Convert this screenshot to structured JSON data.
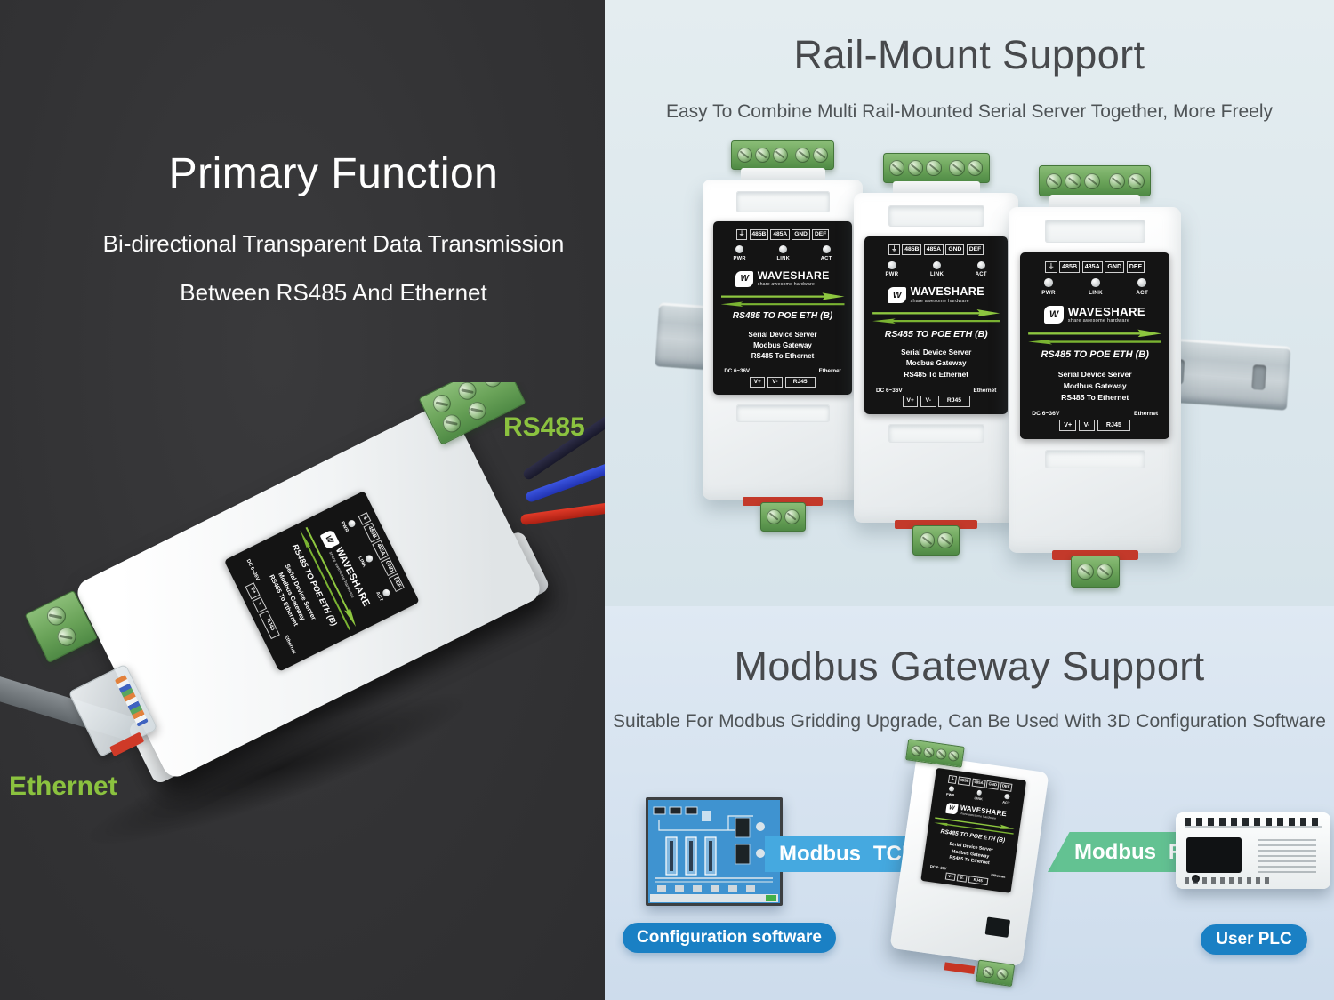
{
  "left_panel": {
    "background": "#333335",
    "title": "Primary Function",
    "subtitle_line1": "Bi-directional Transparent Data Transmission",
    "subtitle_line2": "Between RS485 And Ethernet",
    "port_label_rs485": "RS485",
    "port_label_ethernet": "Ethernet",
    "accent_green": "#8bc23f"
  },
  "rail_section": {
    "title": "Rail-Mount Support",
    "subtitle": "Easy To Combine Multi Rail-Mounted Serial Server Together, More Freely"
  },
  "modbus_section": {
    "title": "Modbus Gateway Support",
    "subtitle": "Suitable For Modbus Gridding Upgrade, Can Be Used With 3D Configuration Software",
    "config_node_label": "Configuration software",
    "tcp_link_label": "Modbus TCP",
    "rtu_link_label": "Modbus RTU",
    "plc_node_label": "User PLC",
    "tcp_band_color": "#45a9e0",
    "rtu_band_color": "#63c292",
    "node_pill_color": "#1a80c4"
  },
  "device_label": {
    "ground_symbol": "⏚",
    "top_ports": [
      "485B",
      "485A",
      "GND",
      "DEF"
    ],
    "leds": [
      "PWR",
      "LINK",
      "ACT"
    ],
    "brand_initial": "W",
    "brand": "WAVESHARE",
    "tagline": "share awesome hardware",
    "model": "RS485 TO POE ETH (B)",
    "desc_line1": "Serial Device Server",
    "desc_line2": "Modbus Gateway",
    "desc_line3": "RS485 To Ethernet",
    "power_rating": "DC 6~36V",
    "eth_heading": "Ethernet",
    "bottom_ports": [
      "V+",
      "V-",
      "RJ45"
    ]
  }
}
